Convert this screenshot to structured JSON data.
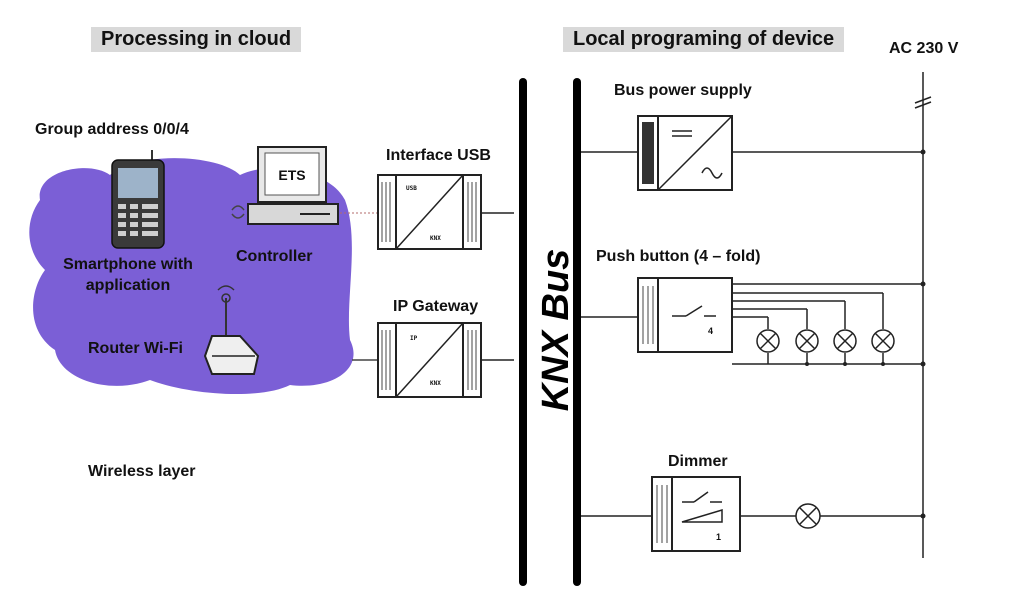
{
  "headers": {
    "cloud": "Processing in cloud",
    "local": "Local programing of device"
  },
  "labels": {
    "ac_voltage": "AC 230 V",
    "group_address": "Group address 0/0/4",
    "smartphone": "Smartphone with application",
    "controller": "Controller",
    "router": "Router Wi-Fi",
    "wireless_layer": "Wireless layer",
    "interface_usb": "Interface USB",
    "ip_gateway": "IP Gateway",
    "knx_bus": "KNX Bus",
    "bus_power_supply": "Bus power supply",
    "push_button": "Push button (4 – fold)",
    "dimmer": "Dimmer"
  },
  "device_text": {
    "monitor": "ETS",
    "usb_top": "USB",
    "usb_bottom": "KNX",
    "ip_top": "IP",
    "ip_bottom": "KNX",
    "push_button_count": "4",
    "dimmer_count": "1"
  },
  "colors": {
    "cloud": "#7b5fd6",
    "header_bg": "#d9d9d9",
    "line": "#222222"
  }
}
